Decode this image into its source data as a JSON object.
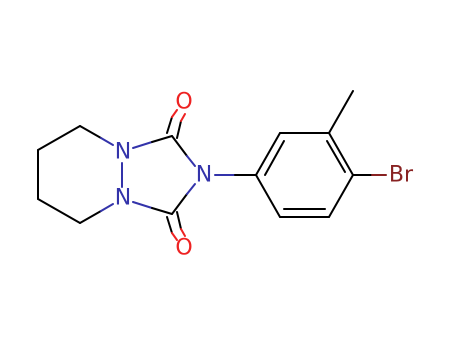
{
  "structure_type": "skeletal chemical structure",
  "colors": {
    "background": "#ffffff",
    "bond": "#000000",
    "nitrogen": "#3333aa",
    "oxygen": "#ee2222",
    "bromine": "#882222"
  },
  "atoms": {
    "n1": "N",
    "n2": "N",
    "n3": "N",
    "o1": "O",
    "o2": "O",
    "br": "Br"
  }
}
